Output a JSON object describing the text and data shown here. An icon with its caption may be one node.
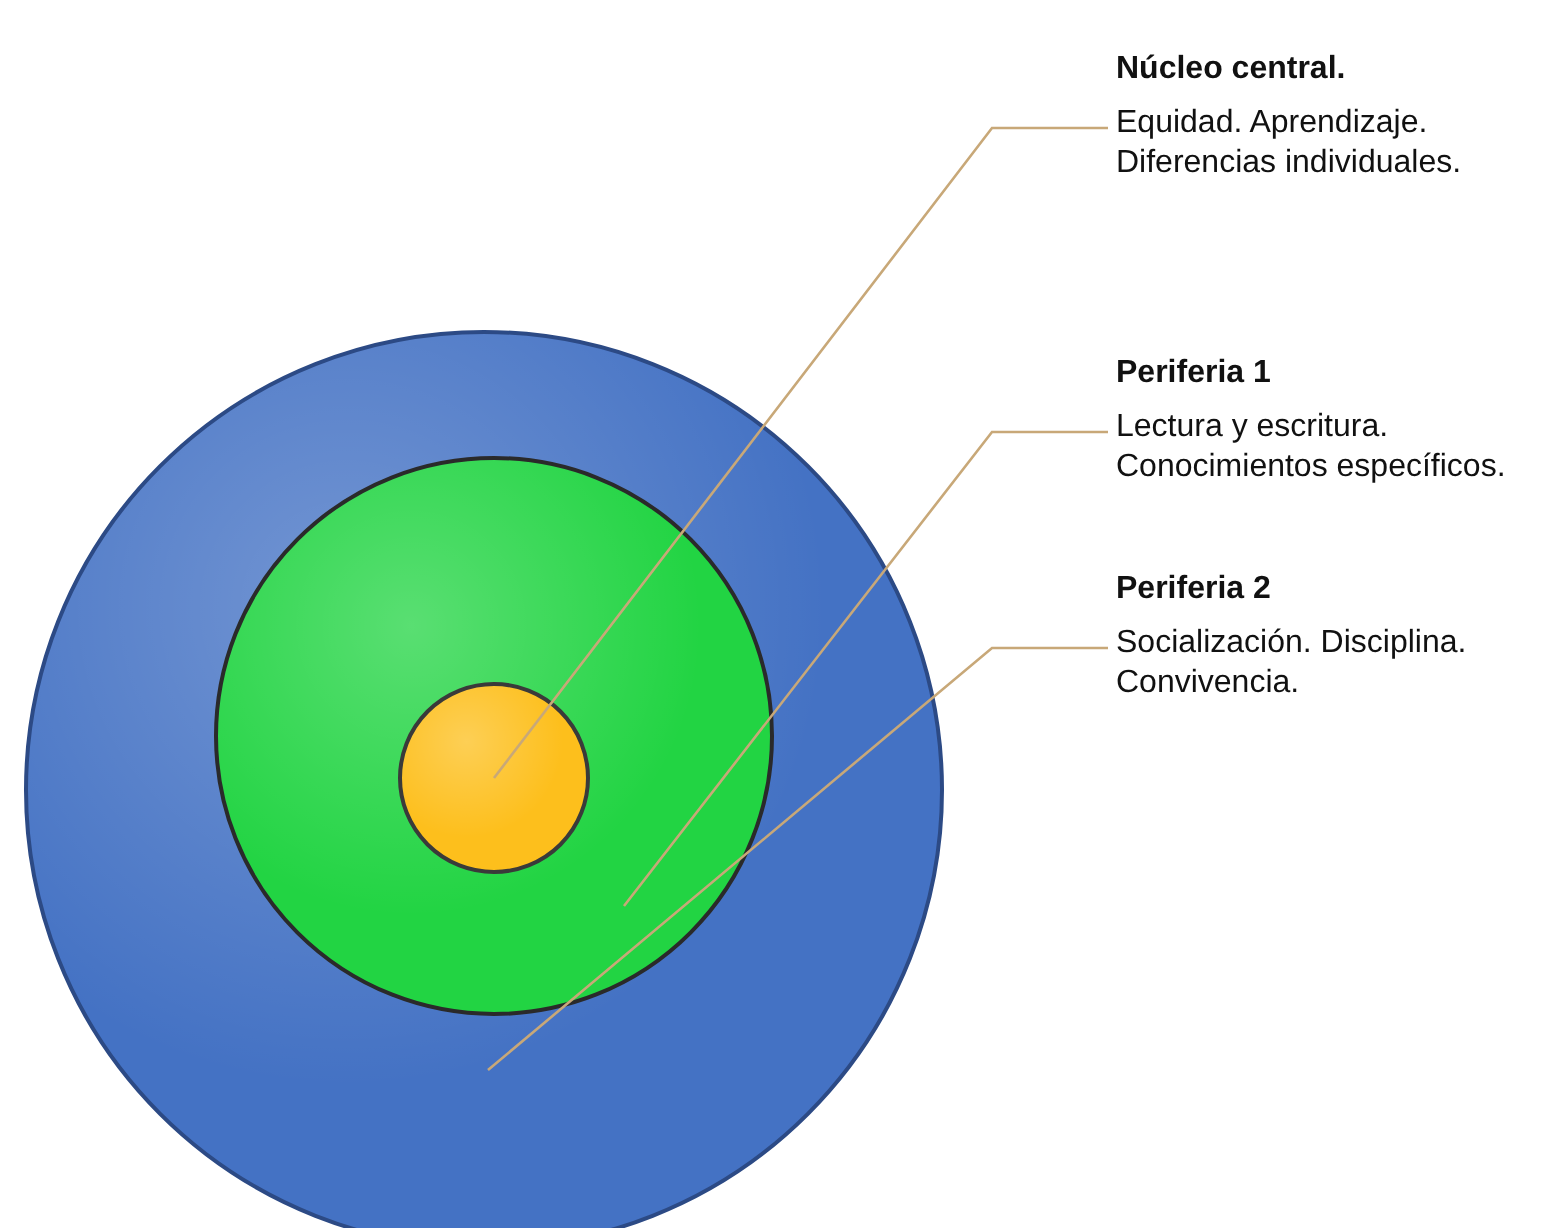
{
  "diagram": {
    "nodes": [
      {
        "text": [
          "Núcleo central.",
          "Equidad. Aprendizaje. Diferencias individuales."
        ]
      },
      {
        "text": [
          "Periferia 1",
          "Lectura y escritura. Conocimientos específicos."
        ]
      },
      {
        "text": [
          "Periferia 2",
          "Socialización. Disciplina. Convivencia."
        ]
      },
      {
        "text": [],
        "shape": "circle"
      },
      {
        "text": [],
        "shape": "circle",
        "in": 3
      },
      {
        "text": [],
        "shape": "circle",
        "in": 4
      }
    ],
    "edges": [
      {
        "from": 0,
        "to": 5,
        "arrow": "none"
      },
      {
        "from": 1,
        "to": 4,
        "arrow": "none"
      },
      {
        "from": 2,
        "to": 3,
        "arrow": "none"
      }
    ]
  }
}
